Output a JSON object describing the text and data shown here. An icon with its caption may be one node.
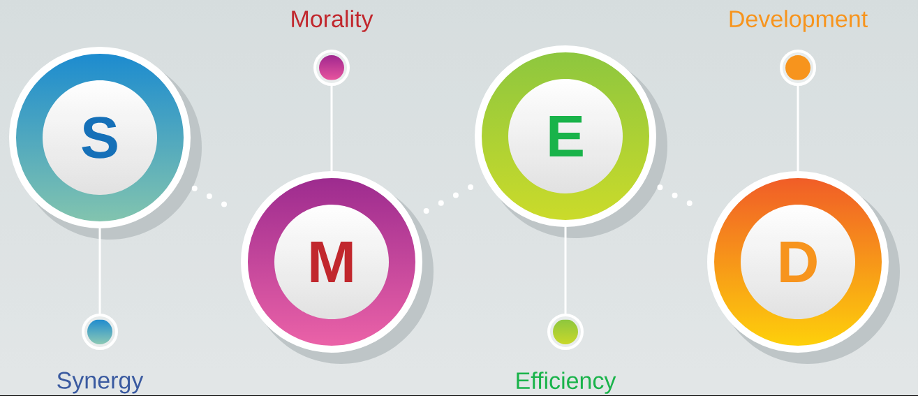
{
  "diagram": {
    "nodes": [
      {
        "text": [
          "S"
        ]
      },
      {
        "text": [
          "M"
        ]
      },
      {
        "text": [
          "E"
        ]
      },
      {
        "text": [
          "D"
        ]
      },
      {
        "text": [],
        "shape": "circle",
        "beside": [
          "Synergy"
        ]
      },
      {
        "text": [],
        "shape": "circle",
        "beside": [
          "Morality"
        ]
      },
      {
        "text": [],
        "shape": "circle",
        "beside": [
          "Efficiency"
        ]
      },
      {
        "text": [],
        "shape": "circle",
        "beside": [
          "Development"
        ]
      }
    ],
    "edges": [
      {
        "from": 0,
        "to": 4,
        "arrow": "none"
      },
      {
        "from": 1,
        "to": 5,
        "arrow": "none"
      },
      {
        "from": 2,
        "to": 6,
        "arrow": "none"
      },
      {
        "from": 3,
        "to": 7,
        "arrow": "none"
      },
      {
        "from": 0,
        "to": 1,
        "arrow": "none",
        "style": "dashed"
      },
      {
        "from": 1,
        "to": 2,
        "arrow": "none",
        "style": "dashed"
      },
      {
        "from": 2,
        "to": 3,
        "arrow": "none",
        "style": "dashed"
      }
    ]
  }
}
